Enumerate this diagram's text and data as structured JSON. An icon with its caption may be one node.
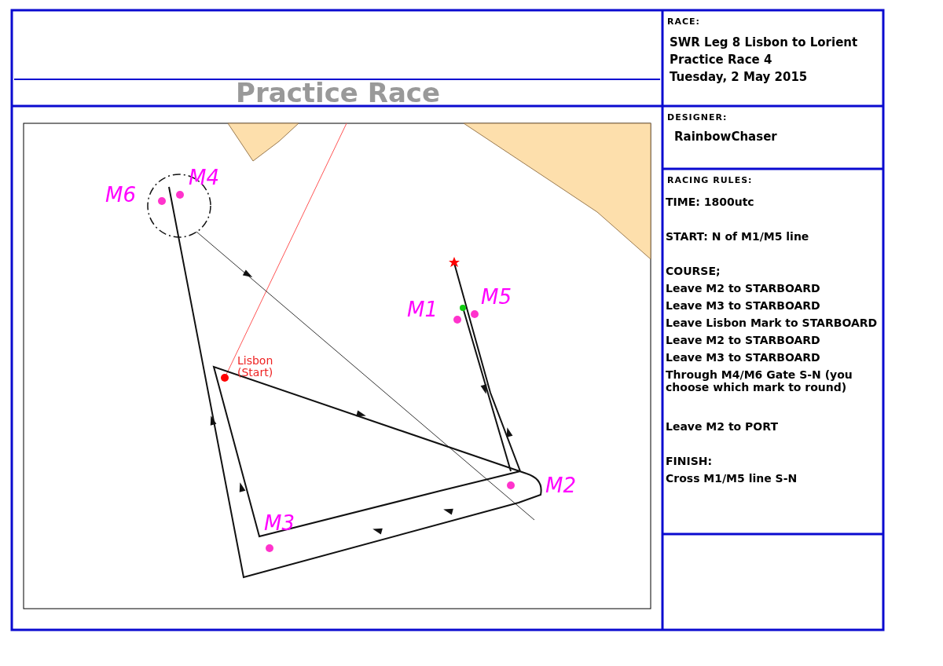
{
  "diagram": {
    "title": "Practice Race",
    "nodes": [
      {
        "text": [
          "RACE:",
          "SWR Leg 8 Lisbon to Lorient",
          "Practice Race 4",
          "Tuesday, 2 May 2015"
        ]
      },
      {
        "text": [
          "DESIGNER:",
          "RainbowChaser"
        ]
      },
      {
        "text": [
          "RACING RULES:",
          "TIME: 1800utc",
          "START: N of M1/M5 line",
          "COURSE;",
          "Leave M2 to STARBOARD",
          "Leave M3 to STARBOARD",
          "Leave Lisbon Mark to STARBOARD",
          "Leave M2 to STARBOARD",
          "Leave M3 to STARBOARD",
          "Through M4/M6 Gate S-N (you choose which mark to round)",
          "Leave M2 to PORT",
          "FINISH:",
          "Cross M1/M5 line S-N"
        ]
      }
    ],
    "labels": [
      "M4",
      "M6",
      "M1",
      "M5",
      "M2",
      "M3",
      "Lisbon (Start)"
    ]
  }
}
